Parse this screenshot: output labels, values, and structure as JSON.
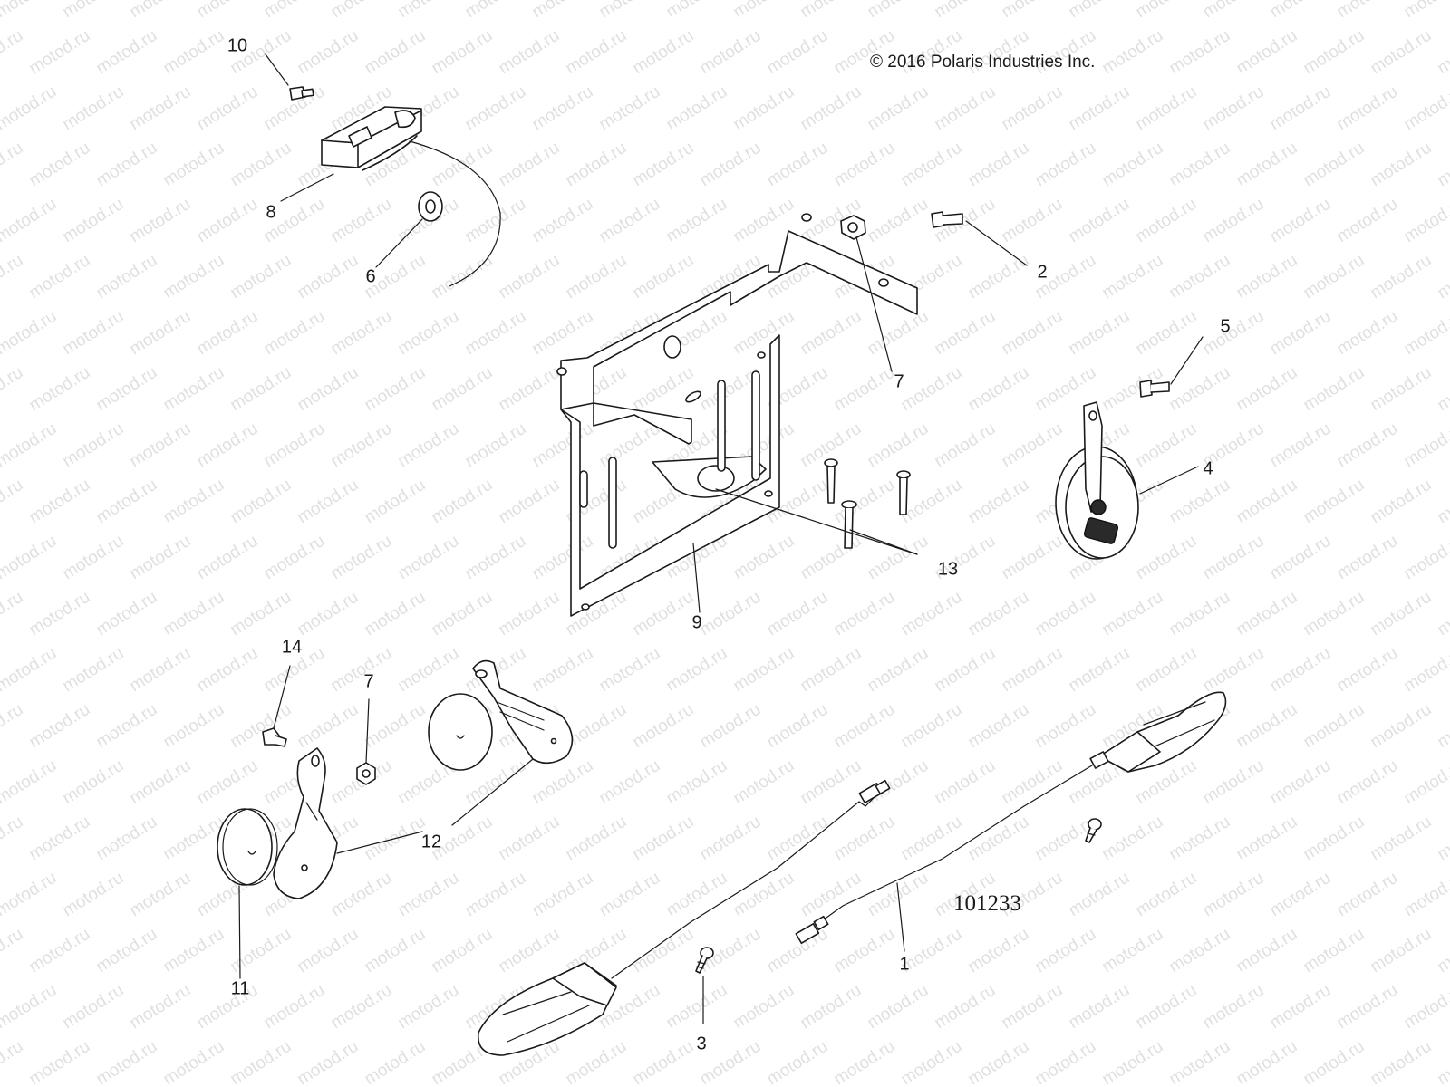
{
  "copyright": "© 2016  Polaris Industries Inc.",
  "figure_number": "101233",
  "watermark_text": "motod.ru",
  "colors": {
    "line": "#1a1a1a",
    "background": "#ffffff",
    "watermark": "#c7c7c7"
  },
  "callouts": {
    "c1": "1",
    "c2": "2",
    "c3": "3",
    "c4": "4",
    "c5": "5",
    "c6": "6",
    "c7a": "7",
    "c7b": "7",
    "c8": "8",
    "c9": "9",
    "c10": "10",
    "c11": "11",
    "c12": "12",
    "c13": "13",
    "c14": "14"
  }
}
